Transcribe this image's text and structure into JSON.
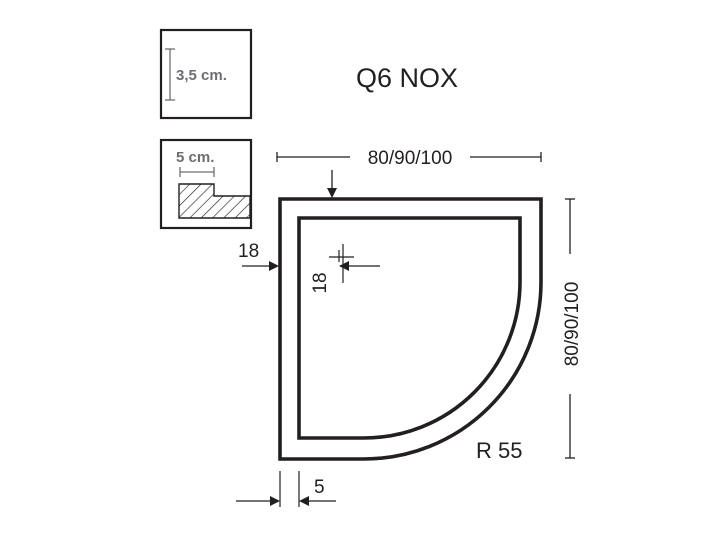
{
  "title": "Q6 NOX",
  "thickness_box": {
    "label": "3,5 cm."
  },
  "profile_box": {
    "label": "5 cm."
  },
  "dimensions": {
    "width": "80/90/100",
    "depth": "80/90/100",
    "border_left": "18",
    "border_inner": "18",
    "step": "5",
    "radius": "R 55"
  },
  "colors": {
    "ink": "#231f20",
    "label_grey": "#6d6e71"
  }
}
